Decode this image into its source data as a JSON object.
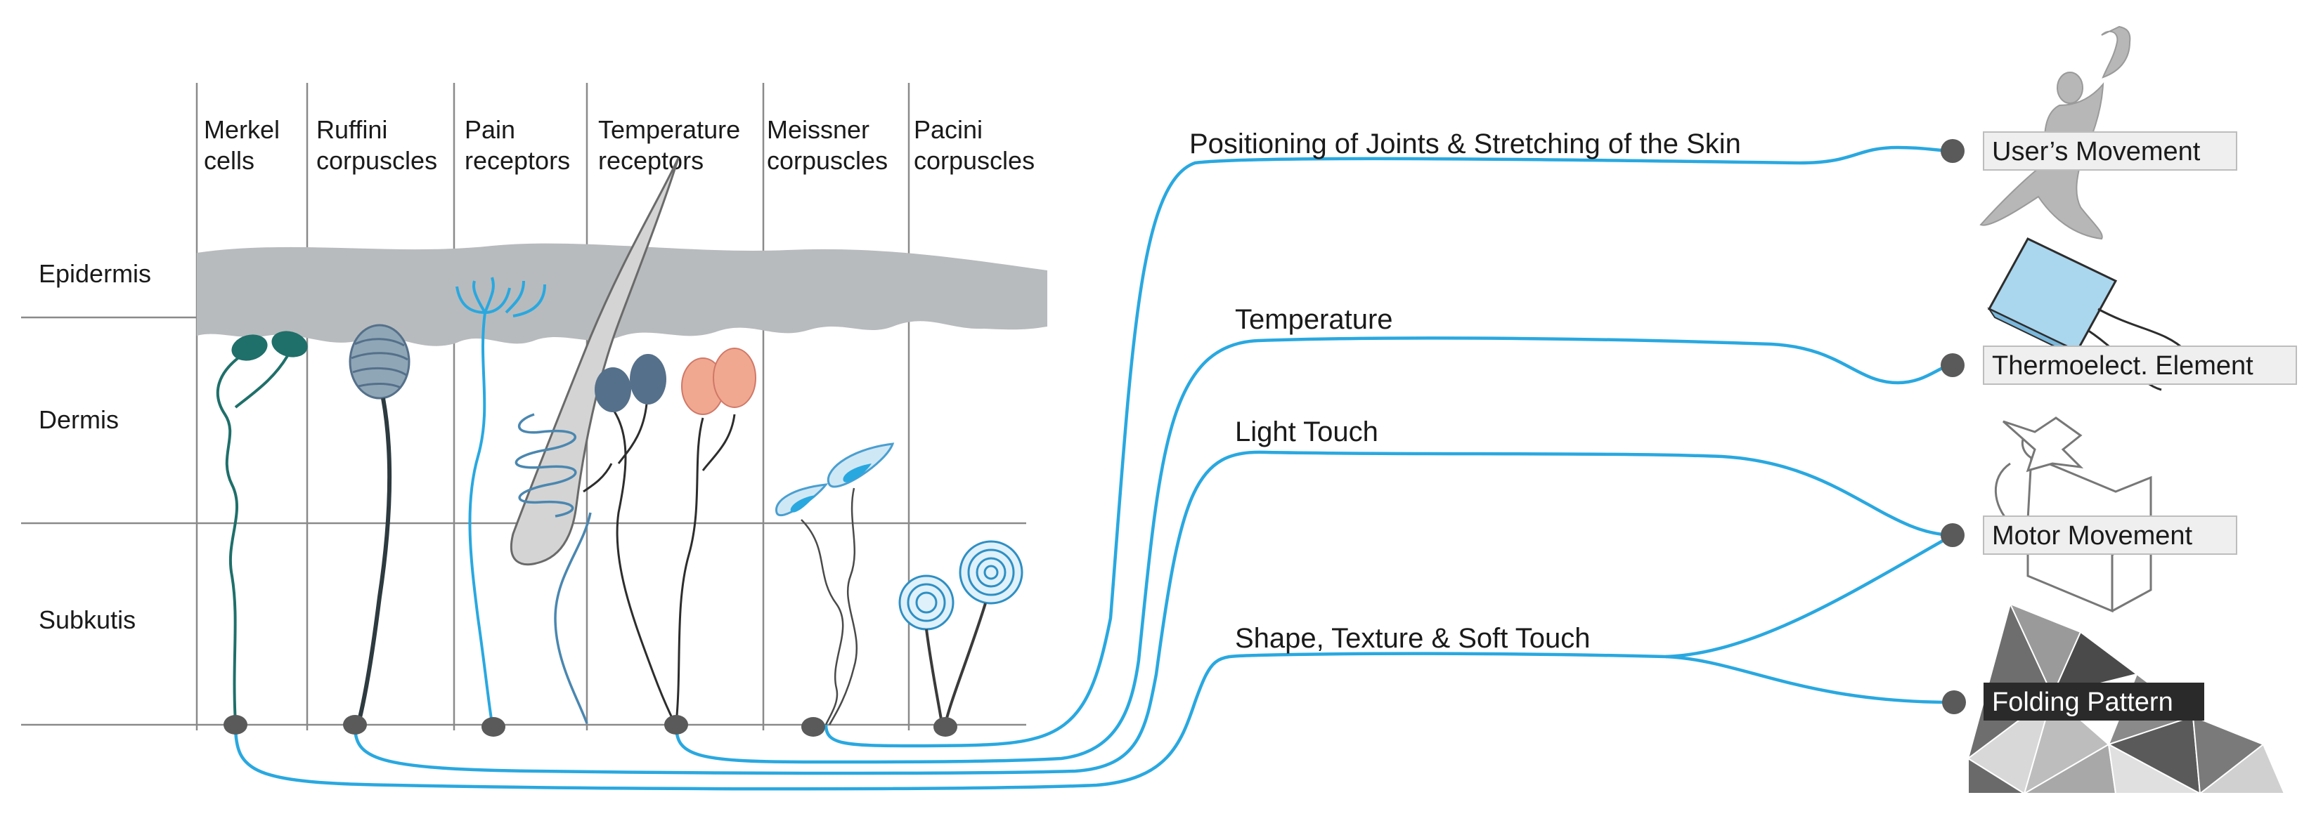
{
  "layers": [
    "Epidermis",
    "Dermis",
    "Subkutis"
  ],
  "receptors": [
    {
      "line1": "Merkel",
      "line2": "cells"
    },
    {
      "line1": "Ruffini",
      "line2": "corpuscles"
    },
    {
      "line1": "Pain",
      "line2": "receptors"
    },
    {
      "line1": "Temperature",
      "line2": "receptors"
    },
    {
      "line1": "Meissner",
      "line2": "corpuscles"
    },
    {
      "line1": "Pacini",
      "line2": "corpuscles"
    }
  ],
  "connections": [
    "Positioning of Joints & Stretching of the Skin",
    "Temperature",
    "Light Touch",
    "Shape, Texture & Soft Touch"
  ],
  "outputs": [
    "User’s  Movement",
    "Thermoelect. Element",
    "Motor Movement",
    "Folding Pattern"
  ],
  "colors": {
    "connector": "#29a8e0",
    "skin": "#b8bbbd",
    "merkel": "#1f6f6a",
    "ruffini": "#6f8ea3",
    "temp_cold": "#55708a",
    "temp_warm": "#f0a890",
    "meissner": "#9fd3ef",
    "pacini": "#2e8fc4",
    "dot": "#5a5a5a"
  }
}
